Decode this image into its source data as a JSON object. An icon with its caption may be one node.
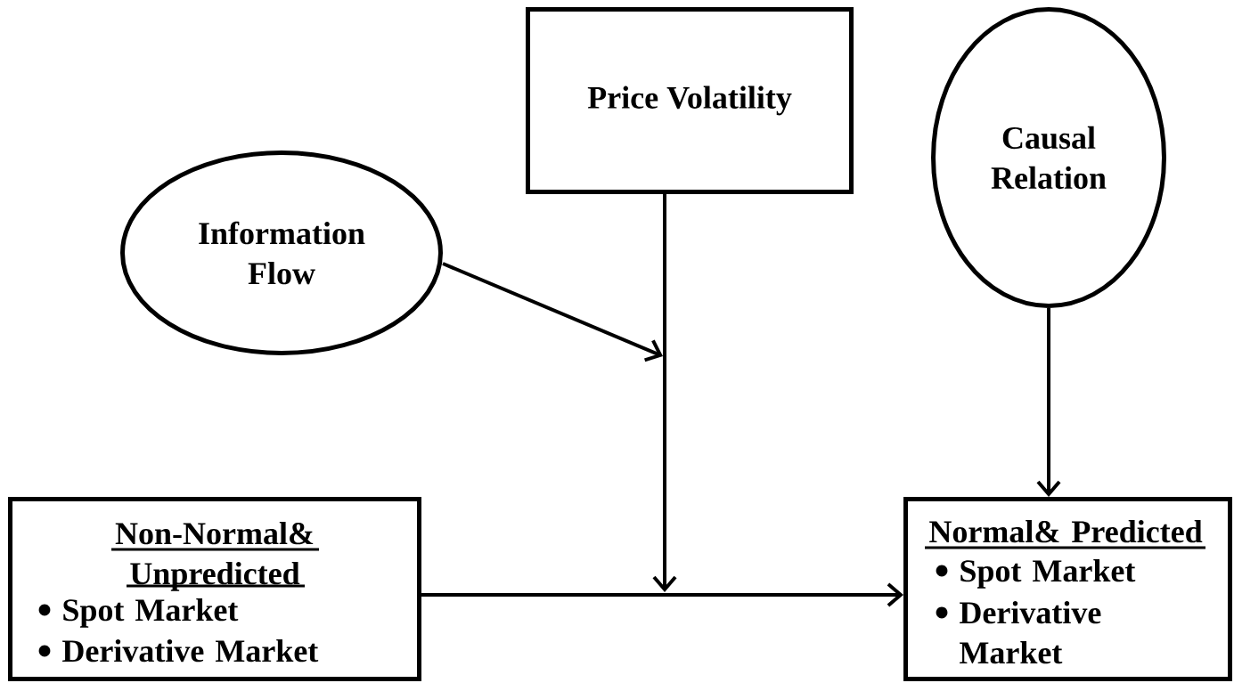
{
  "diagram": {
    "nodes": [
      {
        "text": [
          "Price Volatility"
        ]
      },
      {
        "text": [
          "Causal Relation"
        ]
      },
      {
        "text": [
          "Information Flow"
        ]
      },
      {
        "text": [
          "Non-Normal& Unpredicted",
          "Spot Market",
          "Derivative Market"
        ]
      },
      {
        "text": [
          "Normal& Predicted",
          "Spot Market",
          "Derivative Market"
        ]
      }
    ],
    "edges": [
      {
        "from": 2,
        "to": null,
        "arrow": "to"
      },
      {
        "from": 0,
        "to": null,
        "arrow": "to"
      },
      {
        "from": 1,
        "to": 4,
        "arrow": "to"
      },
      {
        "from": 3,
        "to": 4,
        "arrow": "to"
      }
    ]
  }
}
